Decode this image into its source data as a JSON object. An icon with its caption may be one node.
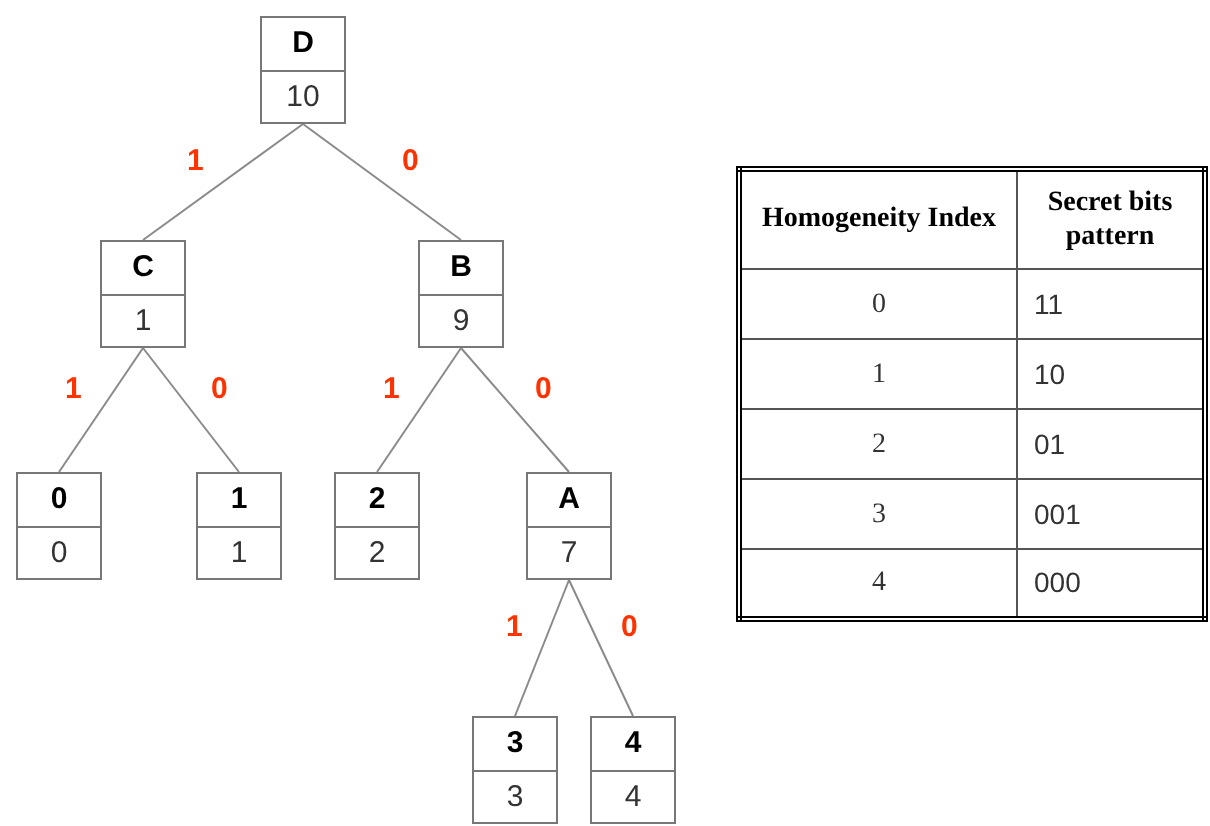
{
  "diagram": {
    "nodes": [
      {
        "text": [
          "D",
          "10"
        ]
      },
      {
        "text": [
          "C",
          "1"
        ]
      },
      {
        "text": [
          "B",
          "9"
        ]
      },
      {
        "text": [
          "0",
          "0"
        ]
      },
      {
        "text": [
          "1",
          "1"
        ]
      },
      {
        "text": [
          "2",
          "2"
        ]
      },
      {
        "text": [
          "A",
          "7"
        ]
      },
      {
        "text": [
          "3",
          "3"
        ]
      },
      {
        "text": [
          "4",
          "4"
        ]
      }
    ],
    "edges": [
      {
        "from": 0,
        "to": 1,
        "arrow": "none",
        "label": "1"
      },
      {
        "from": 0,
        "to": 2,
        "arrow": "none",
        "label": "0"
      },
      {
        "from": 1,
        "to": 3,
        "arrow": "none",
        "label": "1"
      },
      {
        "from": 1,
        "to": 4,
        "arrow": "none",
        "label": "0"
      },
      {
        "from": 2,
        "to": 5,
        "arrow": "none",
        "label": "1"
      },
      {
        "from": 2,
        "to": 6,
        "arrow": "none",
        "label": "0"
      },
      {
        "from": 6,
        "to": 7,
        "arrow": "none",
        "label": "1"
      },
      {
        "from": 6,
        "to": 8,
        "arrow": "none",
        "label": "0"
      }
    ],
    "labels": [
      "Homogeneity Index",
      "Secret bits pattern",
      "0",
      "11",
      "1",
      "10",
      "2",
      "01",
      "3",
      "001",
      "4",
      "000"
    ]
  }
}
